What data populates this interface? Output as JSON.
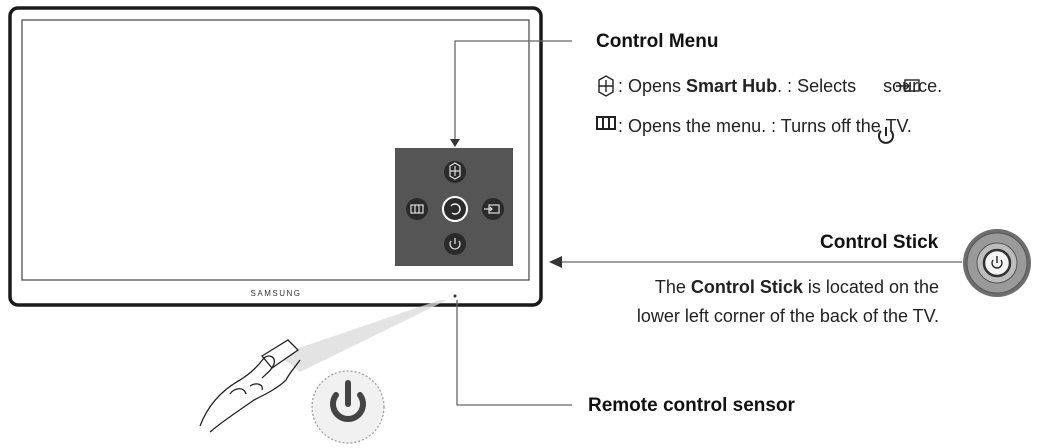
{
  "tv": {
    "brand": "SAMSUNG"
  },
  "control_menu": {
    "title": "Control Menu",
    "line1": {
      "icon": "smart-hub-icon",
      "part1": ": Opens ",
      "bold": "Smart Hub",
      "part2": ". : Selects",
      "part3": " source.",
      "part3_icon": "source-icon"
    },
    "line2": {
      "icon": "menu-icon",
      "part1": ": Opens the menu. : Turns off",
      "part2": " the TV.",
      "part2_icon": "power-icon"
    }
  },
  "control_stick": {
    "title": "Control Stick",
    "desc_pre": "The ",
    "desc_bold": "Control Stick",
    "desc_post": " is located on the",
    "desc_line2": "lower left corner of the back of the TV."
  },
  "remote_sensor": {
    "title": "Remote control sensor"
  },
  "colors": {
    "panel": "#555555",
    "bezel": "#1a1a1a",
    "line": "#555555"
  }
}
